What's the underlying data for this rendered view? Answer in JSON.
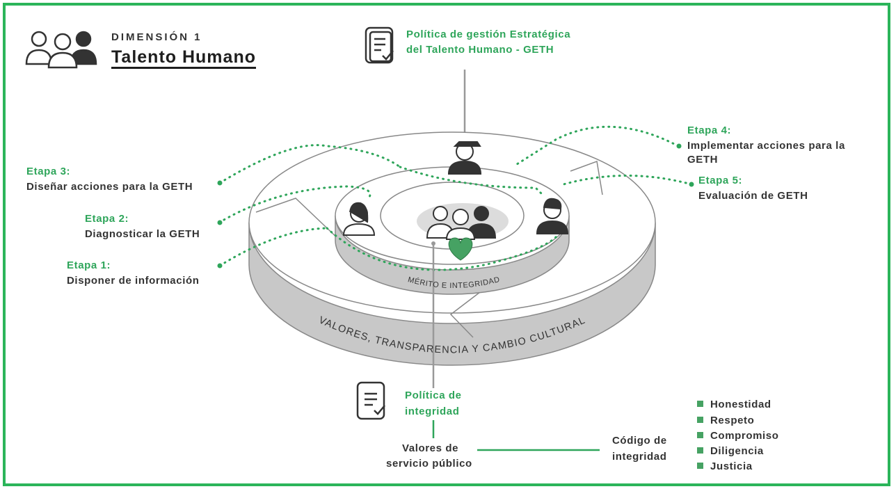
{
  "header": {
    "dimension_label": "DIMENSIÓN 1",
    "dimension_title": "Talento Humano",
    "icon": "people-group-icon"
  },
  "policy_top": {
    "icon": "document-check-icon",
    "line1": "Política de gestión Estratégica",
    "line2": "del Talento Humano - GETH"
  },
  "stages": [
    {
      "title": "Etapa 1:",
      "text": "Disponer de información"
    },
    {
      "title": "Etapa 2:",
      "text": "Diagnosticar la GETH"
    },
    {
      "title": "Etapa 3:",
      "text": "Diseñar acciones para la GETH"
    },
    {
      "title": "Etapa 4:",
      "text_line1": "Implementar acciones para la",
      "text_line2": "GETH"
    },
    {
      "title": "Etapa 5:",
      "text": "Evaluación de GETH"
    }
  ],
  "rings": {
    "inner_label": "MÉRITO E INTEGRIDAD",
    "outer_label": "VALORES, TRANSPARENCIA Y CAMBIO CULTURAL"
  },
  "policy_bottom": {
    "icon": "document-check-icon",
    "line1": "Política de",
    "line2": "integridad"
  },
  "public_values": {
    "line1": "Valores de",
    "line2": "servicio público"
  },
  "integrity_code": {
    "line1": "Código de",
    "line2": "integridad"
  },
  "values_list": [
    "Honestidad",
    "Respeto",
    "Compromiso",
    "Diligencia",
    "Justicia"
  ],
  "colors": {
    "accent": "#2bb55a",
    "text": "#333333",
    "ring_gray": "#c8c8c8",
    "heart": "#46a263"
  }
}
